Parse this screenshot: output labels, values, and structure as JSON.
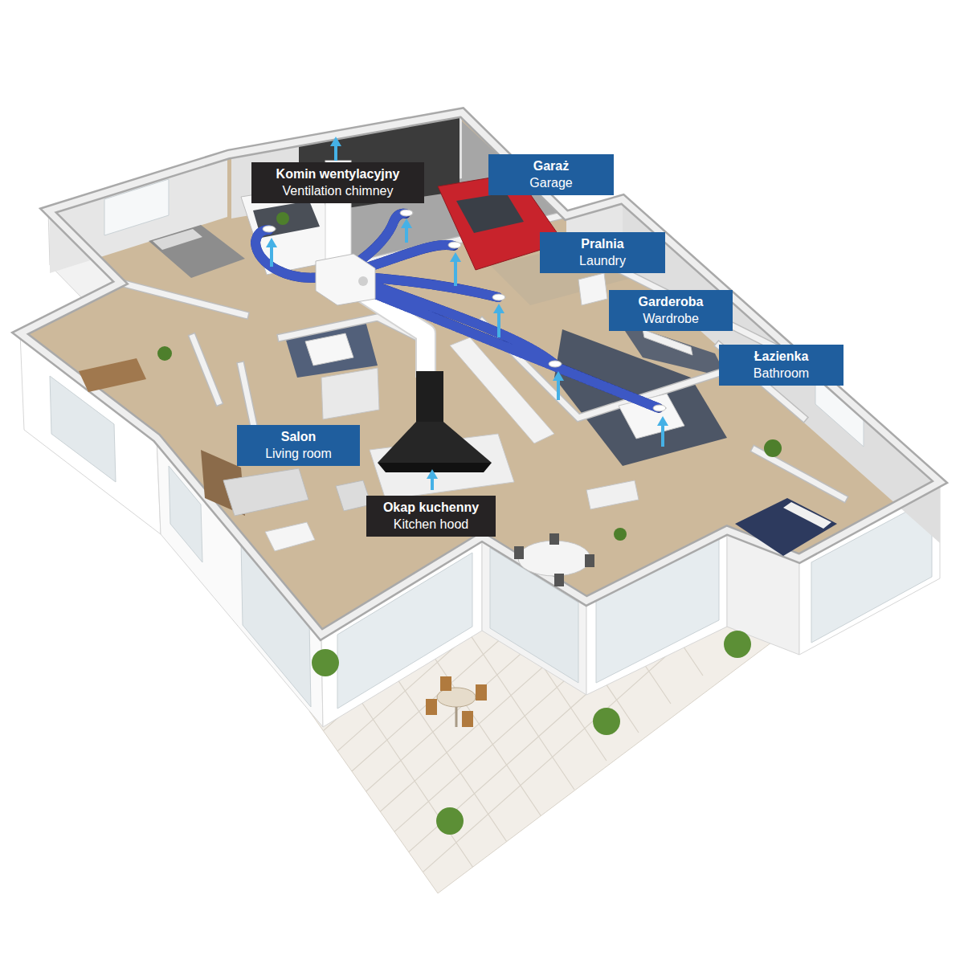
{
  "diagram": {
    "nodes": [
      {
        "text": [
          "Komin wentylacyjny",
          "Ventilation chimney"
        ]
      },
      {
        "text": [
          "Garaż",
          "Garage"
        ]
      },
      {
        "text": [
          "Pralnia",
          "Laundry"
        ]
      },
      {
        "text": [
          "Garderoba",
          "Wardrobe"
        ]
      },
      {
        "text": [
          "Łazienka",
          "Bathroom"
        ]
      },
      {
        "text": [
          "Salon",
          "Living room"
        ]
      },
      {
        "text": [
          "Okap kuchenny",
          "Kitchen hood"
        ]
      }
    ]
  }
}
